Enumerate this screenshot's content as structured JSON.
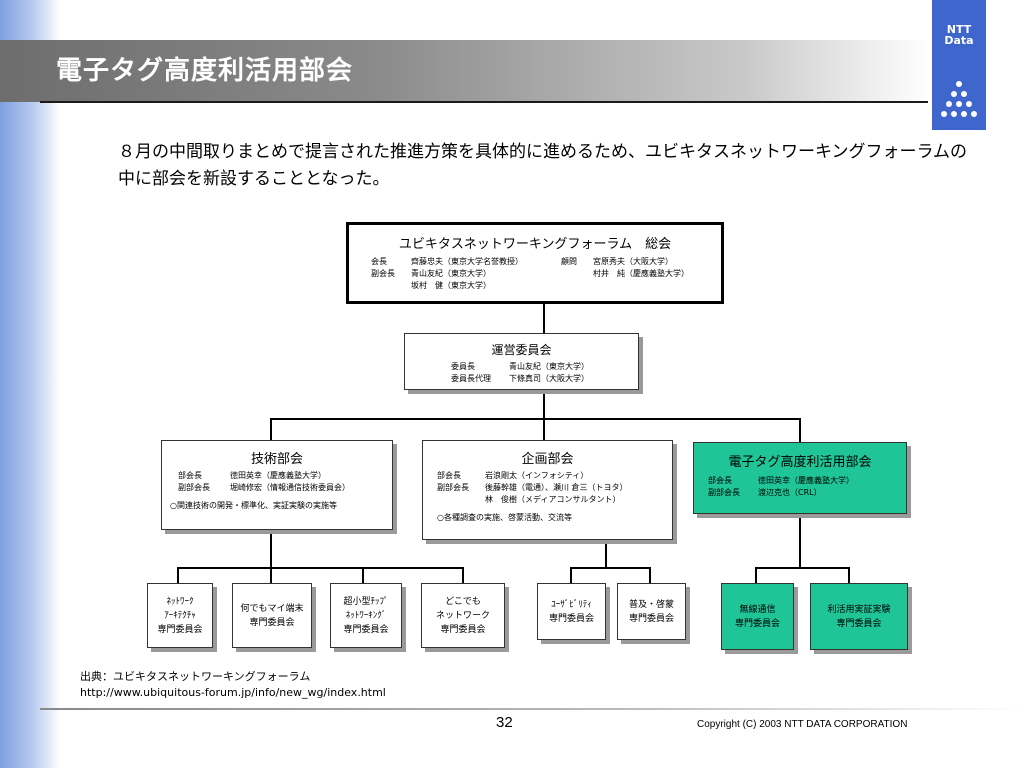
{
  "slide": {
    "title": "電子タグ高度利活用部会",
    "intro": "８月の中間取りまとめで提言された推進方策を具体的に進めるため、ユビキタスネットワーキングフォーラムの中に部会を新設することとなった。",
    "source_line1": "出典：ユビキタスネットワーキングフォーラム",
    "source_line2": "http://www.ubiquitous-forum.jp/info/new_wg/index.html",
    "page_number": "32",
    "copyright": "Copyright (C) 2003 NTT DATA CORPORATION",
    "logo_text": [
      "NTT",
      "Data"
    ]
  },
  "org": {
    "general": {
      "title": "ユビキタスネットワーキングフォーラム　総会",
      "rows": [
        [
          "会長",
          "齊藤忠夫（東京大学名誉教授）",
          "顧問",
          "宮原秀夫（大阪大学）"
        ],
        [
          "副会長",
          "青山友紀（東京大学）",
          "",
          "村井　純（慶應義塾大学）"
        ],
        [
          "",
          "坂村　健（東京大学）",
          "",
          ""
        ]
      ]
    },
    "steering": {
      "title": "運営委員会",
      "rows": [
        [
          "委員長",
          "青山友紀（東京大学）"
        ],
        [
          "委員長代理",
          "下條真司（大阪大学）"
        ]
      ]
    },
    "tech": {
      "title": "技術部会",
      "rows": [
        [
          "部会長",
          "徳田英幸（慶應義塾大学）"
        ],
        [
          "副部会長",
          "堀崎修宏（情報通信技術委員会）"
        ]
      ],
      "note": "○関連技術の開発・標準化、実証実験の実施等"
    },
    "planning": {
      "title": "企画部会",
      "rows": [
        [
          "部会長",
          "岩浪剛太（インフォシティ）"
        ],
        [
          "副部会長",
          "後藤幹雄（電通）、瀬川 倉三（トヨタ）"
        ],
        [
          "",
          "林　俊樹（メディアコンサルタント）"
        ]
      ],
      "note": "○各種調査の実施、啓蒙活動、交流等"
    },
    "rfid": {
      "title": "電子タグ高度利活用部会",
      "rows": [
        [
          "部会長",
          "徳田英幸（慶應義塾大学）"
        ],
        [
          "副部会長",
          "渡辺克也（CRL）"
        ]
      ]
    },
    "committees": [
      {
        "lines": [
          "ﾈｯﾄﾜｰｸ",
          "ｱｰｷﾃｸﾁｬ",
          "専門委員会"
        ],
        "green": false
      },
      {
        "lines": [
          "何でもマイ端末",
          "専門委員会"
        ],
        "green": false
      },
      {
        "lines": [
          "超小型ﾁｯﾌﾟ",
          "ﾈｯﾄﾜｰｷﾝｸﾞ",
          "専門委員会"
        ],
        "green": false
      },
      {
        "lines": [
          "どこでも",
          "ネットワーク",
          "専門委員会"
        ],
        "green": false
      },
      {
        "lines": [
          "ﾕｰｻﾞﾋﾞﾘﾃｨ",
          "専門委員会"
        ],
        "green": false
      },
      {
        "lines": [
          "普及・啓蒙",
          "専門委員会"
        ],
        "green": false
      },
      {
        "lines": [
          "無線通信",
          "専門委員会"
        ],
        "green": true
      },
      {
        "lines": [
          "利活用実証実験",
          "専門委員会"
        ],
        "green": true
      }
    ]
  },
  "colors": {
    "green_box": "#1fc597",
    "logo_blue": "#3f66cc",
    "title_bar": "#7a7a7a"
  }
}
